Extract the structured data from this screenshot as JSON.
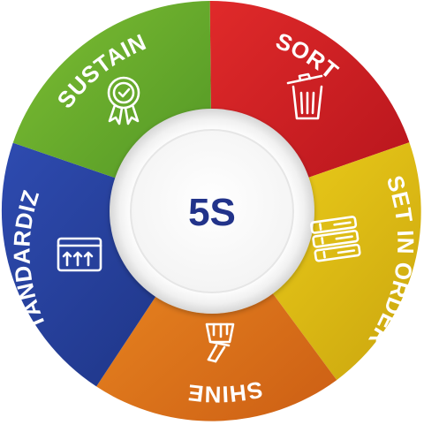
{
  "center": {
    "label": "5S",
    "color": "#22338a"
  },
  "segments": [
    {
      "key": "sort",
      "label": "SORT",
      "color": "#d11f26",
      "icon": "trash-can-icon"
    },
    {
      "key": "set_in_order",
      "label": "SET IN ORDER",
      "color": "#e6c413",
      "icon": "file-binders-icon"
    },
    {
      "key": "shine",
      "label": "SHINE",
      "color": "#e0721a",
      "icon": "paint-brush-icon"
    },
    {
      "key": "standardize",
      "label": "STANDARDIZE",
      "color": "#253f9c",
      "icon": "standard-board-icon"
    },
    {
      "key": "sustain",
      "label": "SUSTAIN",
      "color": "#62a82c",
      "icon": "award-ribbon-icon"
    }
  ]
}
